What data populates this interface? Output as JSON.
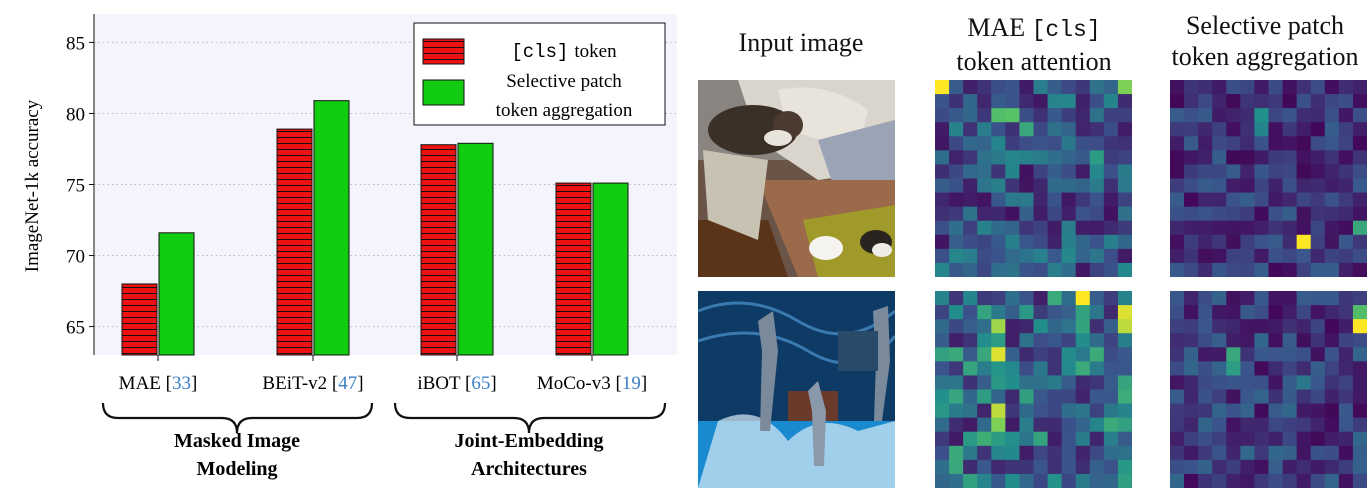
{
  "chart_data": {
    "type": "bar",
    "ylabel": "ImageNet-1k accuracy",
    "ylim": [
      63,
      87
    ],
    "yticks": [
      "65",
      "70",
      "75",
      "80",
      "85"
    ],
    "grid": true,
    "legend_position": "top-right",
    "categories": [
      {
        "name": "MAE",
        "ref": "33"
      },
      {
        "name": "BEiT-v2",
        "ref": "47"
      },
      {
        "name": "iBOT",
        "ref": "65"
      },
      {
        "name": "MoCo-v3",
        "ref": "19"
      }
    ],
    "series": [
      {
        "name_code": "[cls]",
        "name_text": "token",
        "color": "#ee1111",
        "pattern": "horizontal-lines",
        "values": [
          68.0,
          78.9,
          77.8,
          75.1
        ]
      },
      {
        "name": "Selective patch token aggregation",
        "name_lines": [
          "Selective patch",
          "token aggregation"
        ],
        "color": "#11cc11",
        "values": [
          71.6,
          80.9,
          77.9,
          75.1
        ]
      }
    ],
    "groups": [
      {
        "lines": [
          "Masked Image",
          "Modeling"
        ]
      },
      {
        "lines": [
          "Joint-Embedding",
          "Architectures"
        ]
      }
    ]
  },
  "panel": {
    "col_input": "Input image",
    "col_mae_prefix": "MAE",
    "col_mae_code": "[cls]",
    "col_mae_line2": "token attention",
    "col_sel_line1": "Selective patch",
    "col_sel_line2": "token aggregation",
    "colors": {
      "low": "#440154",
      "mid": "#21918c",
      "high": "#fde725"
    }
  }
}
